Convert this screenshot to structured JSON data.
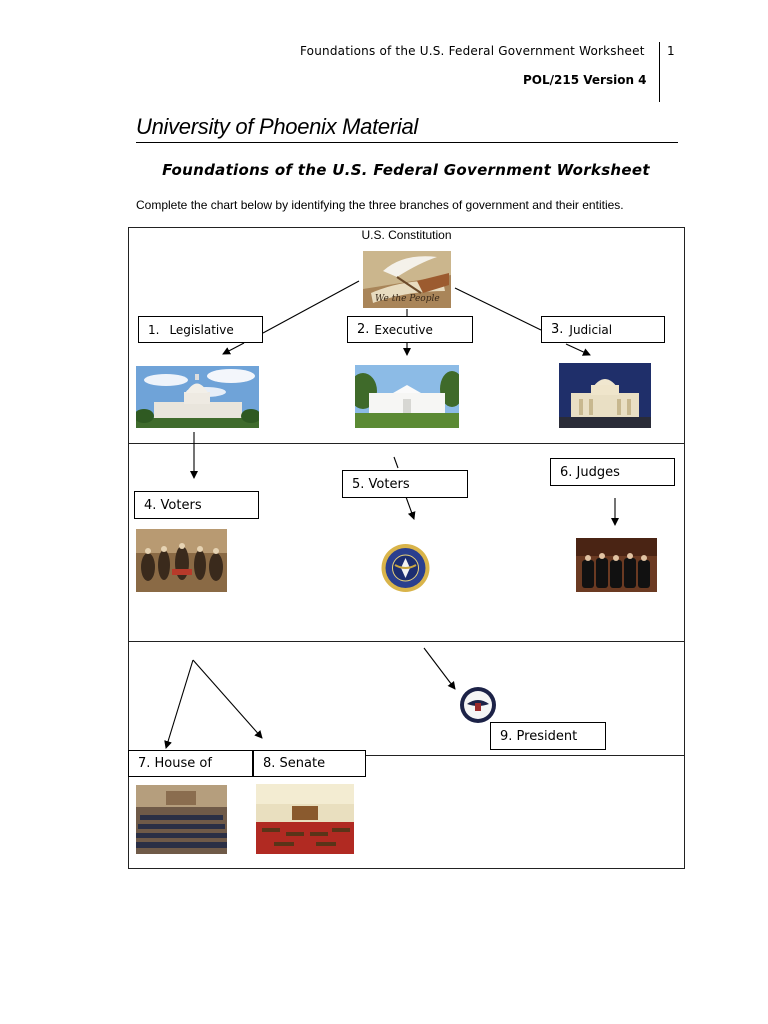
{
  "header": {
    "title": "Foundations of the U.S. Federal Government Worksheet",
    "page_number": "1",
    "course": "POL/215 Version 4"
  },
  "university_title": "University of Phoenix Material",
  "doc_title": "Foundations of the U.S. Federal Government Worksheet",
  "instructions": "Complete the chart below by identifying the three branches of government and their entities.",
  "chart": {
    "constitution_label": "U.S. Constitution",
    "boxes": {
      "legislative": {
        "num": "1.",
        "text": "Legislative"
      },
      "executive": {
        "num": "2.",
        "text": "Executive"
      },
      "judicial": {
        "num": "3.",
        "text": "Judicial"
      },
      "voters_4": "4. Voters",
      "voters_5": "5.  Voters",
      "judges_6": "6.  Judges",
      "house_7": "7. House of",
      "senate_8": "8. Senate",
      "president_9": "9. President"
    }
  }
}
